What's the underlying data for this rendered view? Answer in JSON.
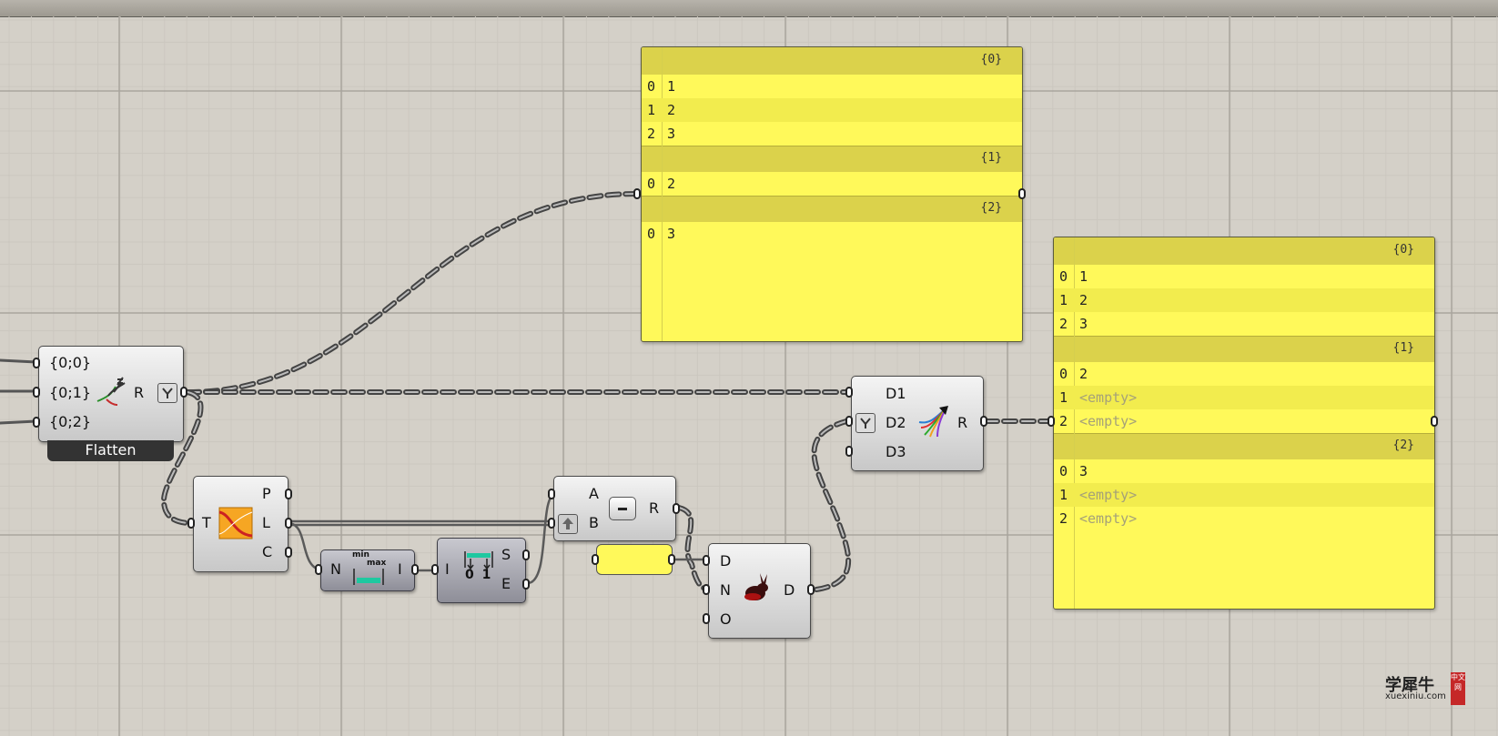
{
  "panel_top": {
    "branches": [
      {
        "path": "{0}",
        "items": [
          {
            "index": "0",
            "value": "1"
          },
          {
            "index": "1",
            "value": "2"
          },
          {
            "index": "2",
            "value": "3"
          }
        ]
      },
      {
        "path": "{1}",
        "items": [
          {
            "index": "0",
            "value": "2"
          }
        ]
      },
      {
        "path": "{2}",
        "items": [
          {
            "index": "0",
            "value": "3"
          }
        ]
      }
    ]
  },
  "panel_right": {
    "branches": [
      {
        "path": "{0}",
        "items": [
          {
            "index": "0",
            "value": "1"
          },
          {
            "index": "1",
            "value": "2"
          },
          {
            "index": "2",
            "value": "3"
          }
        ]
      },
      {
        "path": "{1}",
        "items": [
          {
            "index": "0",
            "value": "2"
          },
          {
            "index": "1",
            "value": "<empty>"
          },
          {
            "index": "2",
            "value": "<empty>"
          }
        ]
      },
      {
        "path": "{2}",
        "items": [
          {
            "index": "0",
            "value": "3"
          },
          {
            "index": "1",
            "value": "<empty>"
          },
          {
            "index": "2",
            "value": "<empty>"
          }
        ]
      }
    ]
  },
  "flatten": {
    "inputs": [
      "{0;0}",
      "{0;1}",
      "{0;2}"
    ],
    "output": "R",
    "name": "Flatten",
    "icon": "flatten-tree-icon"
  },
  "tree_stats": {
    "input": "T",
    "outputs": [
      "P",
      "L",
      "C"
    ],
    "icon": "tree-statistics-icon"
  },
  "bounds": {
    "input": "N",
    "output": "I",
    "icon_top": "min",
    "icon_bottom": "max",
    "icon": "bounds-icon"
  },
  "deconstruct_domain": {
    "input": "I",
    "outputs": [
      "S",
      "E"
    ],
    "icon_labels": "0 1",
    "icon": "deconstruct-domain-icon"
  },
  "subtraction": {
    "inputs": [
      "A",
      "B"
    ],
    "output": "R",
    "icon": "minus-icon"
  },
  "duplicate": {
    "inputs": [
      "D",
      "N",
      "O"
    ],
    "output": "D",
    "icon": "rabbit-duplicate-icon"
  },
  "entwine": {
    "inputs": [
      "D1",
      "D2",
      "D3"
    ],
    "output": "R",
    "icon": "entwine-arrows-icon"
  },
  "watermark": {
    "chinese": "学犀牛",
    "domain": "xuexiniu.com",
    "seal": "中文网"
  },
  "colors": {
    "panel": "#fff95a",
    "panel_header": "#dbd24b",
    "canvas": "#d4d0c8",
    "wire": "#505050"
  }
}
